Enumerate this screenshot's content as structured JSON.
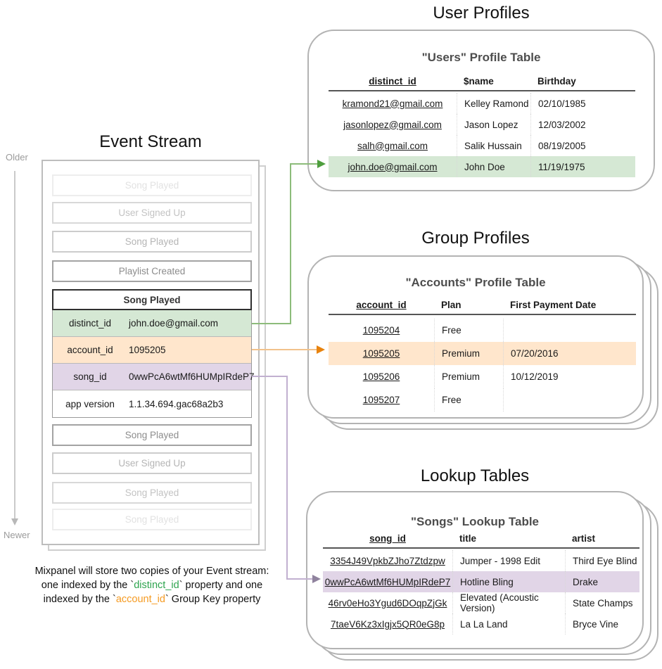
{
  "event_stream": {
    "title": "Event Stream",
    "older_label": "Older",
    "newer_label": "Newer",
    "items": [
      "Song Played",
      "User Signed Up",
      "Song Played",
      "Playlist Created",
      "Song Played",
      "User Signed Up",
      "Song Played",
      "Song Played"
    ],
    "detail": {
      "header": "Song Played",
      "rows": [
        {
          "key": "distinct_id",
          "value": "john.doe@gmail.com"
        },
        {
          "key": "account_id",
          "value": "1095205"
        },
        {
          "key": "song_id",
          "value": "0wwPcA6wtMf6HUMpIRdeP7"
        },
        {
          "key": "app version",
          "value": "1.1.34.694.gac68a2b3"
        }
      ]
    },
    "caption": {
      "line1": "Mixpanel will store two copies of your Event stream:",
      "line2_pre": "one indexed by the `",
      "line2_key": "distinct_id",
      "line2_post": "` property and one",
      "line3_pre": "indexed by the `",
      "line3_key": "account_id",
      "line3_post": "` Group Key property"
    }
  },
  "user_profiles": {
    "section_title": "User Profiles",
    "table_title": "\"Users\" Profile Table",
    "columns": [
      "distinct_id",
      "$name",
      "Birthday"
    ],
    "rows": [
      [
        "kramond21@gmail.com",
        "Kelley Ramond",
        "02/10/1985"
      ],
      [
        "jasonlopez@gmail.com",
        "Jason Lopez",
        "12/03/2002"
      ],
      [
        "salh@gmail.com",
        "Salik Hussain",
        "08/19/2005"
      ],
      [
        "john.doe@gmail.com",
        "John Doe",
        "11/19/1975"
      ]
    ],
    "highlighted_row": "john.doe@gmail.com"
  },
  "group_profiles": {
    "section_title": "Group Profiles",
    "table_title": "\"Accounts\" Profile Table",
    "columns": [
      "account_id",
      "Plan",
      "First Payment Date"
    ],
    "rows": [
      [
        "1095204",
        "Free",
        ""
      ],
      [
        "1095205",
        "Premium",
        "07/20/2016"
      ],
      [
        "1095206",
        "Premium",
        "10/12/2019"
      ],
      [
        "1095207",
        "Free",
        ""
      ]
    ],
    "highlighted_row": "1095205"
  },
  "lookup_tables": {
    "section_title": "Lookup Tables",
    "table_title": "\"Songs\" Lookup Table",
    "columns": [
      "song_id",
      "title",
      "artist"
    ],
    "rows": [
      [
        "3354J49VpkbZJho7Ztdzpw",
        "Jumper - 1998 Edit",
        "Third Eye Blind"
      ],
      [
        "0wwPcA6wtMf6HUMpIRdeP7",
        "Hotline Bling",
        "Drake"
      ],
      [
        "46rv0eHo3Ygud6DOqpZjGk",
        "Elevated (Acoustic Version)",
        "State Champs"
      ],
      [
        "7taeV6Kz3xIgjx5QR0eG8p",
        "La La Land",
        "Bryce Vine"
      ]
    ],
    "highlighted_row": "0wwPcA6wtMf6HUMpIRdeP7"
  },
  "colors": {
    "green_row": "#d5e8d4",
    "orange_row": "#ffe6cc",
    "purple_row": "#e1d5e7",
    "green_line": "#8cbc7a",
    "green_arrow": "#4e9e3d",
    "orange_line": "#f2c28b",
    "orange_arrow": "#e8830e",
    "purple_line": "#c1b0d0",
    "purple_arrow": "#90839e",
    "caption_green": "#2da44e",
    "caption_orange": "#f59b23",
    "timeline_gray": "#b8b8b8"
  }
}
